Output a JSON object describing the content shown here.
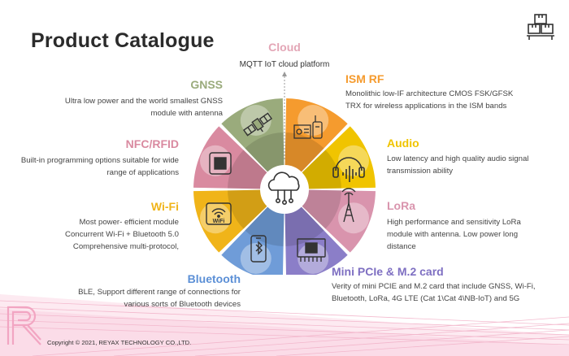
{
  "header": {
    "title": "Product Catalogue"
  },
  "center": {
    "icon": "cloud-network-icon"
  },
  "categories": {
    "cloud": {
      "title": "Cloud",
      "desc": "MQTT IoT cloud platform",
      "color": "#e3a6b6",
      "icon": "cloud-icon"
    },
    "gnss": {
      "title": "GNSS",
      "desc": "Ultra low power and the world smallest GNSS module with antenna",
      "color": "#9aab7c",
      "icon": "satellite-icon"
    },
    "ism": {
      "title": "ISM RF",
      "desc": "Monolithic low-IF architecture CMOS FSK/GFSK TRX for wireless applications in the ISM bands",
      "color": "#f59b2e",
      "icon": "radio-transceiver-icon"
    },
    "nfc": {
      "title": "NFC/RFID",
      "desc": "Built-in programming options suitable for wide range of applications",
      "color": "#d98aa0",
      "icon": "chip-icon"
    },
    "audio": {
      "title": "Audio",
      "desc": "Low latency and high quality audio signal transmission ability",
      "color": "#f0c400",
      "icon": "headphones-icon"
    },
    "wifi": {
      "title": "Wi-Fi",
      "desc": "Most power- efficient module Concurrent Wi-Fi + Bluetooth 5.0 Comprehensive multi-protocol,",
      "color": "#f0b419",
      "icon": "wifi-icon"
    },
    "lora": {
      "title": "LoRa",
      "desc": "High performance and sensitivity LoRa module with antenna. Low power long distance",
      "color": "#d994ad",
      "icon": "antenna-tower-icon"
    },
    "bluetooth": {
      "title": "Bluetooth",
      "desc": "BLE, Support different range of connections for various sorts of Bluetooth devices",
      "color": "#6f9cd8",
      "icon": "bluetooth-phone-icon"
    },
    "pcie": {
      "title": "Mini PCIe & M.2 card",
      "desc": "Verity of mini PCIE and M.2 card that include GNSS, Wi-Fi, Bluetooth, LoRa, 4G LTE (Cat 1\\Cat 4\\NB-IoT) and 5G",
      "color": "#8b7ec8",
      "icon": "pcie-card-icon"
    }
  },
  "colors": {
    "title": "#2b2b2b",
    "text": "#444444",
    "pink_band": "#f7c6d8",
    "logo": "#f2a5c2"
  },
  "footer": {
    "copyright": "Copyright © 2021, REYAX TECHNOLOGY CO.,LTD."
  },
  "corner_icon": "stacked-boxes-icon",
  "logo_icon": "reyax-r-logo"
}
